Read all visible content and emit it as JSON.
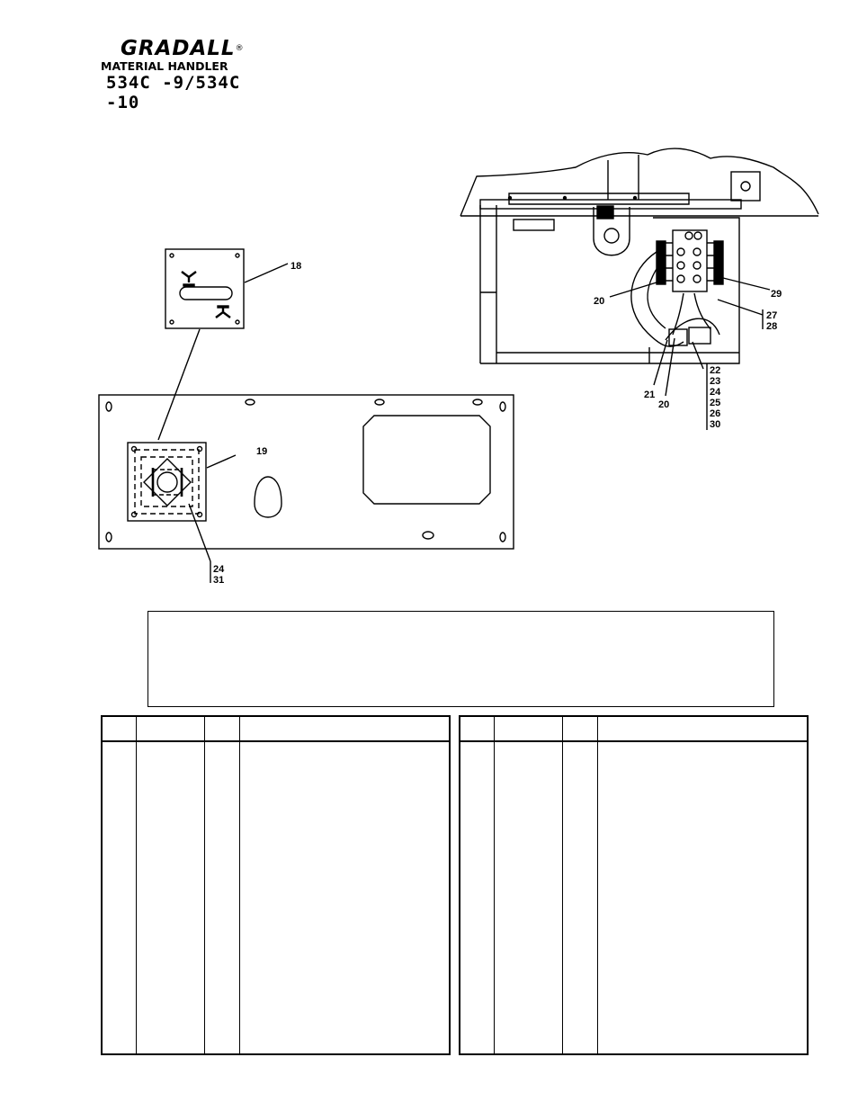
{
  "header": {
    "brand": "GRADALL",
    "registered_mark": "®",
    "subtitle": "MATERIAL HANDLER",
    "model": "534C -9/534C -10"
  },
  "callouts": {
    "c18": "18",
    "c19": "19",
    "c20a": "20",
    "c20b": "20",
    "c21": "21",
    "c29": "29",
    "group_27_28": [
      "27",
      "28"
    ],
    "group_22_30": [
      "22",
      "23",
      "24",
      "25",
      "26",
      "30"
    ],
    "group_24_31": [
      "24",
      "31"
    ]
  },
  "parts_tables": {
    "left": {
      "headers": [
        "",
        "",
        "",
        ""
      ],
      "rows": []
    },
    "right": {
      "headers": [
        "",
        "",
        "",
        ""
      ],
      "rows": []
    }
  },
  "colors": {
    "ink": "#000000",
    "paper": "#ffffff"
  }
}
